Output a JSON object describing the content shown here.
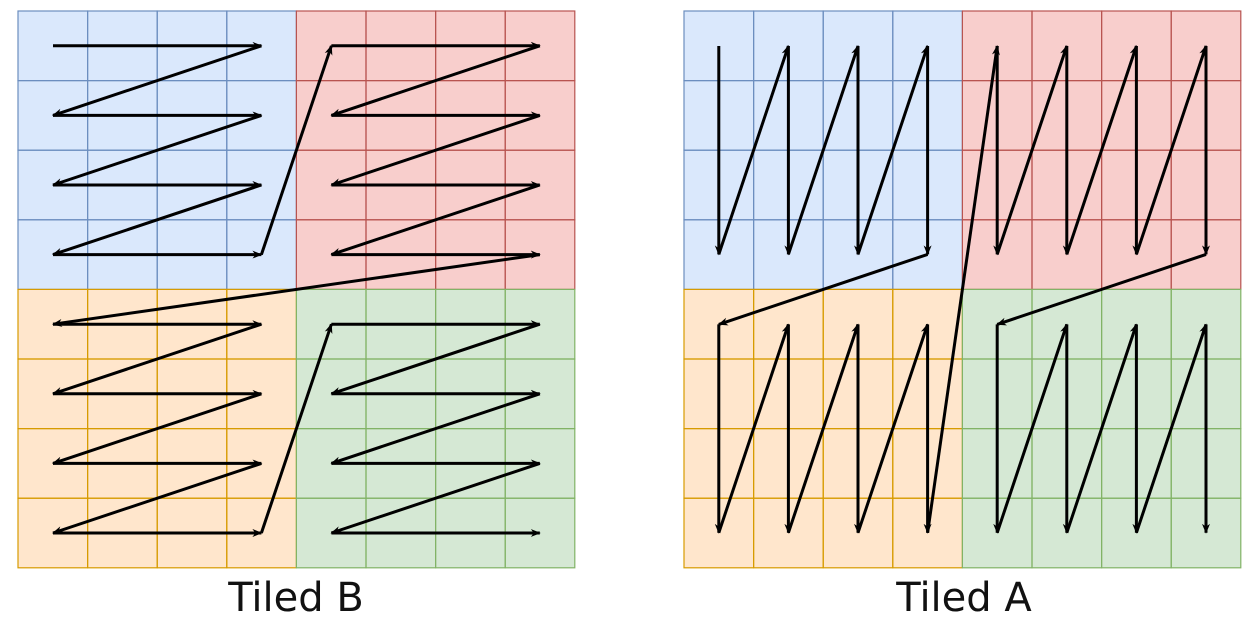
{
  "diagrams": [
    {
      "caption": "Tiled B",
      "order": "row-major",
      "grid_size": 8,
      "tile_size": 4,
      "tile_order": [
        "top-left",
        "top-right",
        "bottom-left",
        "bottom-right"
      ]
    },
    {
      "caption": "Tiled A",
      "order": "column-major",
      "grid_size": 8,
      "tile_size": 4,
      "tile_order": [
        "top-left",
        "bottom-left",
        "top-right",
        "bottom-right"
      ]
    }
  ],
  "colors": {
    "tile_fills": [
      "#dae8fc",
      "#f8cecc",
      "#ffe6cc",
      "#d5e8d4"
    ],
    "tile_strokes": [
      "#6c8ebf",
      "#b85450",
      "#d79b00",
      "#82b366"
    ],
    "arrow": "#000000"
  }
}
